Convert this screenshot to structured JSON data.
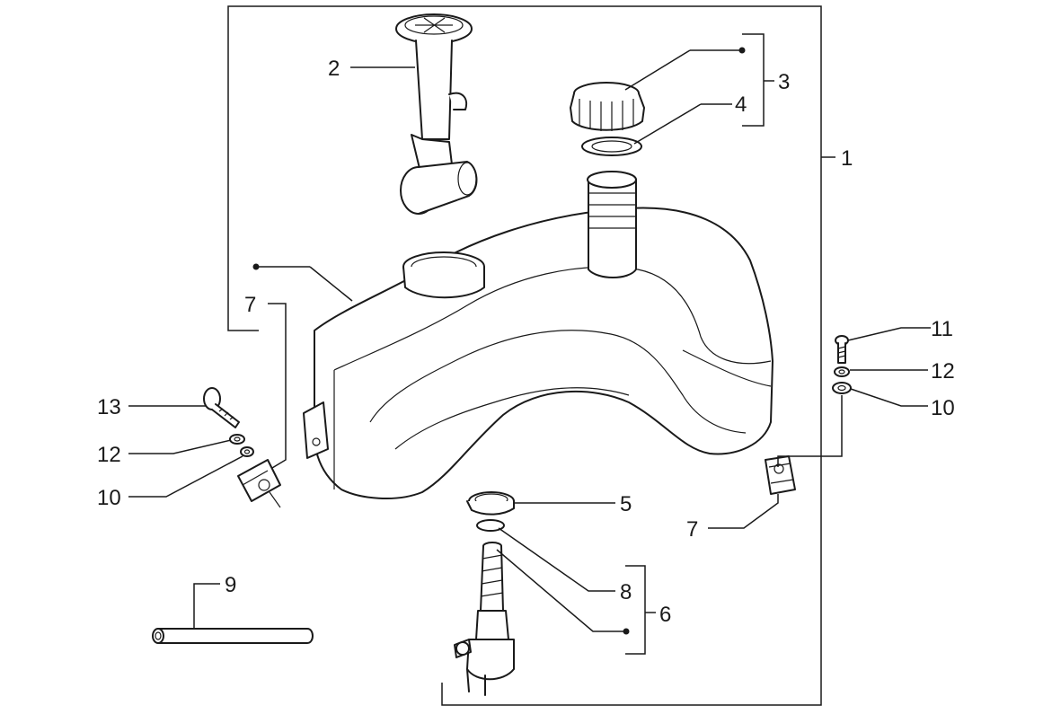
{
  "callouts": {
    "c1": "1",
    "c2": "2",
    "c3": "3",
    "c4": "4",
    "c5": "5",
    "c6": "6",
    "c7a": "7",
    "c7b": "7",
    "c8": "8",
    "c9": "9",
    "c10a": "10",
    "c10b": "10",
    "c11": "11",
    "c12a": "12",
    "c12b": "12",
    "c13": "13"
  }
}
